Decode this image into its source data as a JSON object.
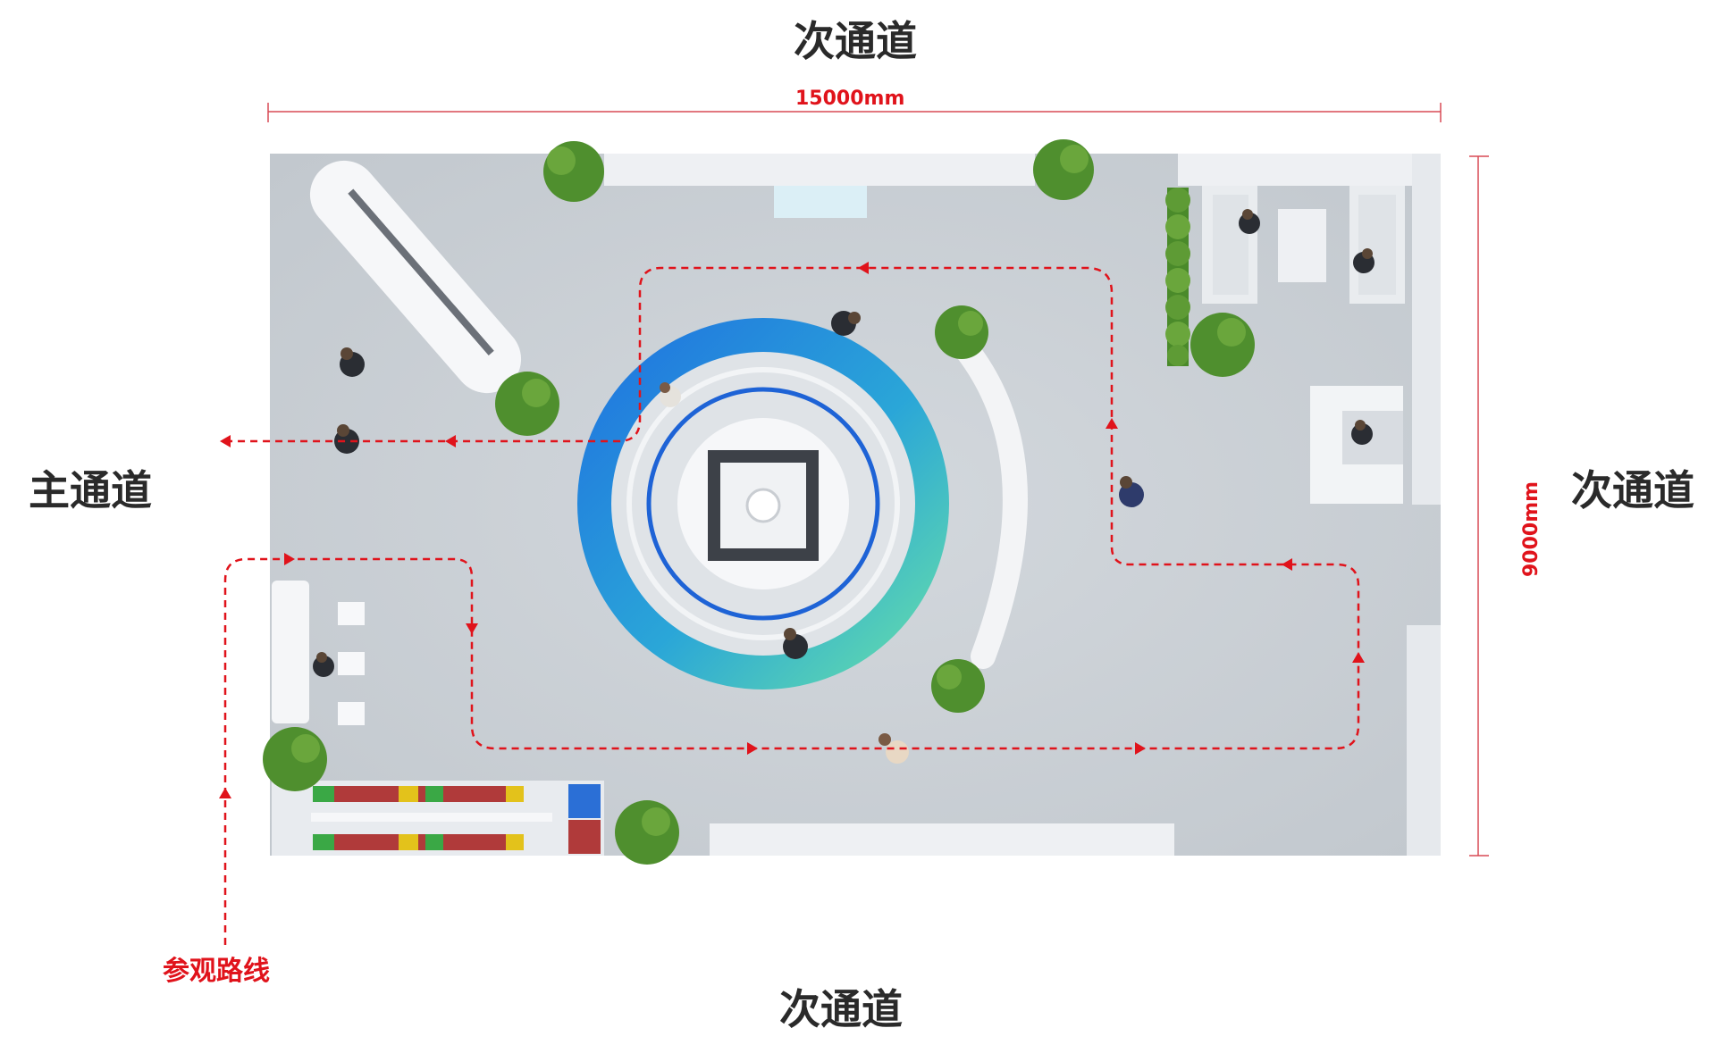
{
  "aisles": {
    "top": "次通道",
    "bottom": "次通道",
    "left": "主通道",
    "right": "次通道"
  },
  "dimensions": {
    "width": "15000mm",
    "height": "9000mm"
  },
  "route": {
    "label": "参观路线",
    "color": "#e0131b"
  },
  "colors": {
    "floor": "#c9ced4",
    "wall": "#eef0f3",
    "ring_start": "#1f7fe0",
    "ring_end": "#5ee0a8",
    "accent_blue": "#1e63d6"
  }
}
